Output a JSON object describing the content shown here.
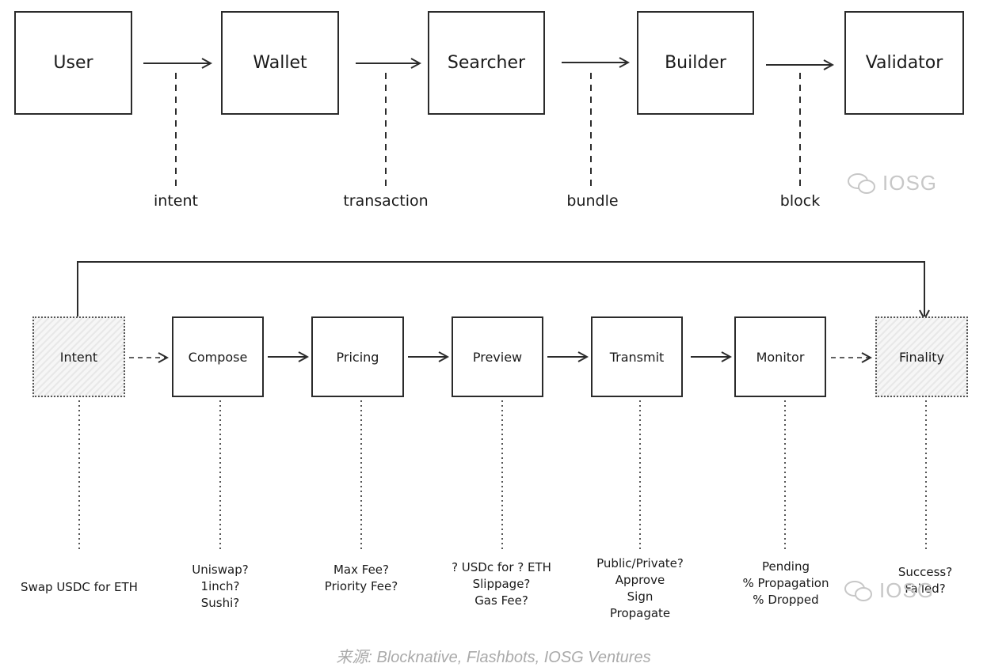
{
  "top_flow": {
    "nodes": [
      "User",
      "Wallet",
      "Searcher",
      "Builder",
      "Validator"
    ],
    "labels": [
      "intent",
      "transaction",
      "bundle",
      "block"
    ]
  },
  "bottom_flow": {
    "nodes": [
      "Intent",
      "Compose",
      "Pricing",
      "Preview",
      "Transmit",
      "Monitor",
      "Finality"
    ],
    "notes": {
      "intent": [
        "Swap USDC for ETH"
      ],
      "compose": [
        "Uniswap?",
        "1inch?",
        "Sushi?"
      ],
      "pricing": [
        "Max Fee?",
        "Priority Fee?"
      ],
      "preview": [
        "? USDc for ? ETH",
        "Slippage?",
        "Gas Fee?"
      ],
      "transmit": [
        "Public/Private?",
        "Approve",
        "Sign",
        "Propagate"
      ],
      "monitor": [
        "Pending",
        "% Propagation",
        "% Dropped"
      ],
      "finality": [
        "Success?",
        "Failed?"
      ]
    }
  },
  "watermark": "IOSG",
  "caption": "来源: Blocknative, Flashbots, IOSG Ventures"
}
